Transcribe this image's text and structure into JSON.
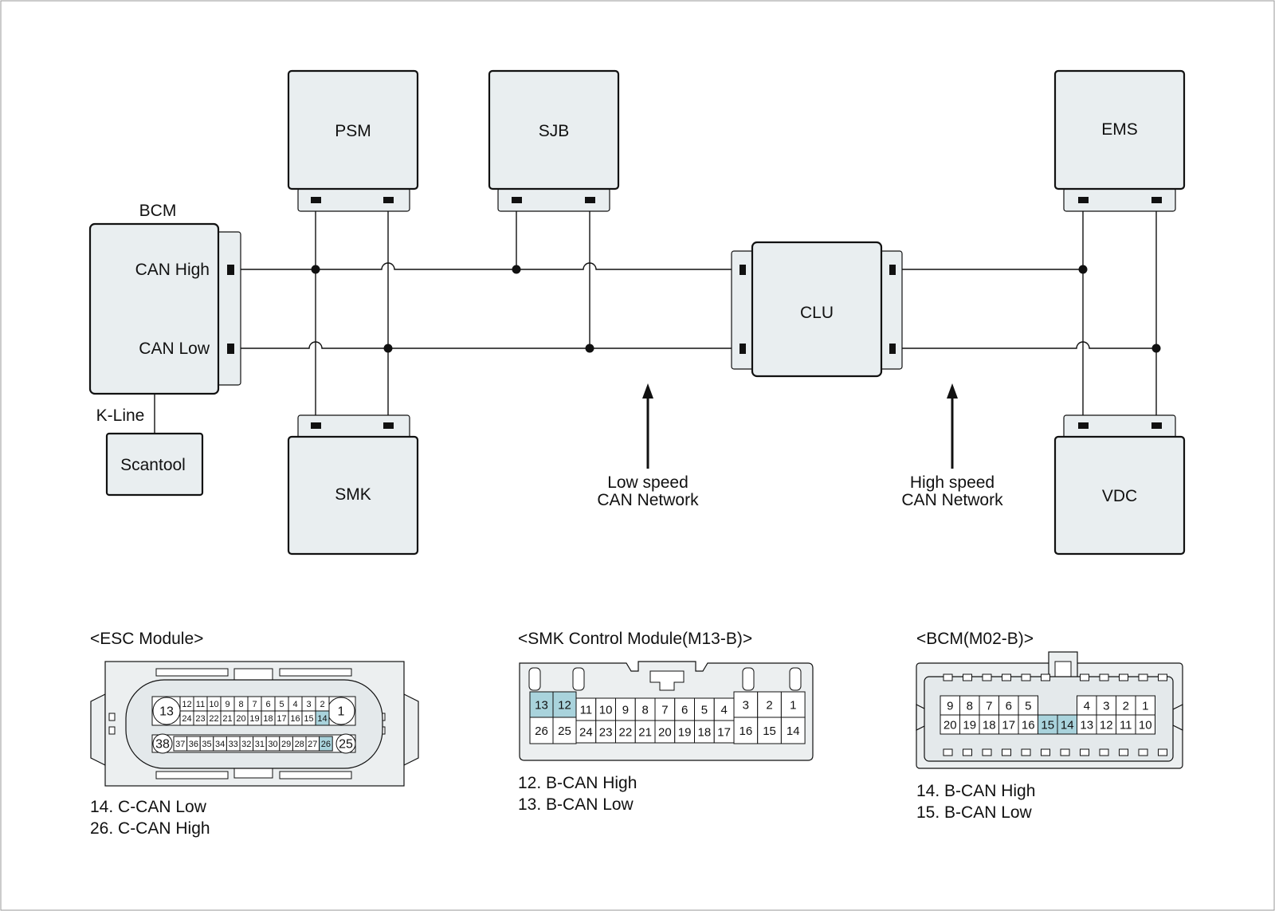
{
  "modules": {
    "bcm": "BCM",
    "psm": "PSM",
    "sjb": "SJB",
    "ems": "EMS",
    "clu": "CLU",
    "smk": "SMK",
    "vdc": "VDC",
    "scantool": "Scantool"
  },
  "bus_labels": {
    "can_high": "CAN High",
    "can_low": "CAN Low",
    "k_line": "K-Line"
  },
  "networks": {
    "low_speed_line1": "Low speed",
    "low_speed_line2": "CAN Network",
    "high_speed_line1": "High speed",
    "high_speed_line2": "CAN Network"
  },
  "connectors": {
    "esc": {
      "title": "<ESC Module>",
      "row_top": [
        "12",
        "11",
        "10",
        "9",
        "8",
        "7",
        "6",
        "5",
        "4",
        "3",
        "2"
      ],
      "row_mid": [
        "24",
        "23",
        "22",
        "21",
        "20",
        "19",
        "18",
        "17",
        "16",
        "15",
        "14"
      ],
      "row_bot": [
        "37",
        "36",
        "35",
        "34",
        "33",
        "32",
        "31",
        "30",
        "29",
        "28",
        "27",
        "26"
      ],
      "big_left_top": "13",
      "big_right_top": "1",
      "big_left_bot": "38",
      "big_right_bot": "25",
      "highlighted": [
        "14",
        "26"
      ],
      "notes": [
        "14. C-CAN Low",
        "26. C-CAN High"
      ]
    },
    "smk": {
      "title": "<SMK Control Module(M13-B)>",
      "left_top": [
        "13",
        "12"
      ],
      "left_bot": [
        "26",
        "25"
      ],
      "mid_top": [
        "11",
        "10",
        "9",
        "8",
        "7",
        "6",
        "5",
        "4"
      ],
      "mid_bot": [
        "24",
        "23",
        "22",
        "21",
        "20",
        "19",
        "18",
        "17"
      ],
      "right_top": [
        "3",
        "2",
        "1"
      ],
      "right_bot": [
        "16",
        "15",
        "14"
      ],
      "highlighted": [
        "13",
        "12"
      ],
      "notes": [
        "12. B-CAN High",
        "13. B-CAN Low"
      ]
    },
    "bcm": {
      "title": "<BCM(M02-B)>",
      "left_top": [
        "9",
        "8",
        "7",
        "6",
        "5"
      ],
      "right_top": [
        "4",
        "3",
        "2",
        "1"
      ],
      "row_bot": [
        "20",
        "19",
        "18",
        "17",
        "16",
        "15",
        "14",
        "13",
        "12",
        "11",
        "10"
      ],
      "highlighted": [
        "15",
        "14"
      ],
      "notes": [
        "14. B-CAN High",
        "15. B-CAN Low"
      ]
    }
  }
}
